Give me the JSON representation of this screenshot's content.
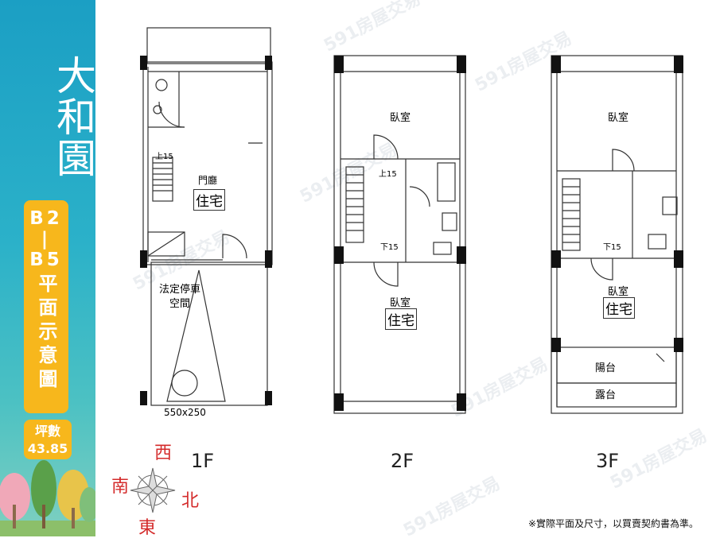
{
  "project_name": "大和園",
  "badge": {
    "floors": "B2\n|\nB5",
    "subtitle": "平面示意圖"
  },
  "area": {
    "label": "坪數",
    "value": "43.85"
  },
  "watermark": "591房屋交易",
  "floors": [
    {
      "label": "1F",
      "rooms": [
        "門廳",
        "住宅",
        "法定停車空間"
      ],
      "stair_mark": "上15",
      "parking_size": "550x250"
    },
    {
      "label": "2F",
      "rooms": [
        "臥室",
        "臥室",
        "住宅"
      ],
      "stair_up": "上15",
      "stair_down": "下15"
    },
    {
      "label": "3F",
      "rooms": [
        "臥室",
        "臥室",
        "住宅",
        "陽台",
        "露台"
      ],
      "stair_down": "下15"
    }
  ],
  "compass": {
    "north": "北",
    "south": "南",
    "east": "東",
    "west": "西"
  },
  "disclaimer": "※實際平面及尺寸，以買賣契約書為準。",
  "colors": {
    "sidebar": "#2bb1c9",
    "badge": "#f7b71c",
    "compass": "#d42b2b"
  }
}
